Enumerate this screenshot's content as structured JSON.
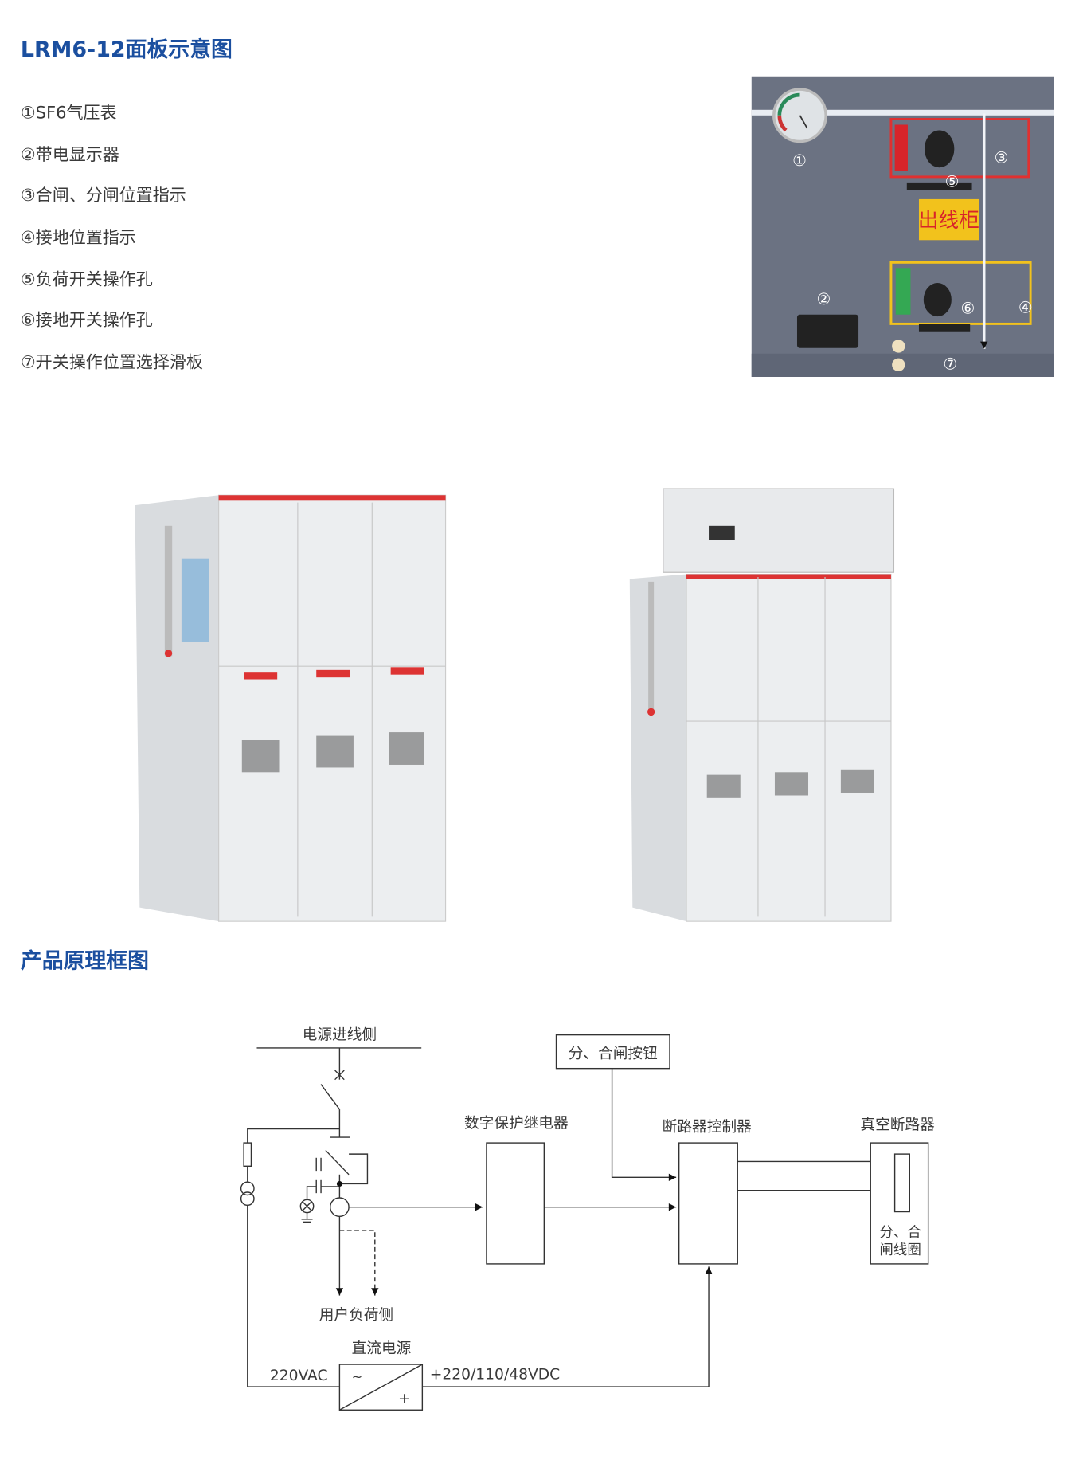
{
  "section1": {
    "title": "LRM6-12面板示意图",
    "items": [
      "①SF6气压表",
      "②带电显示器",
      "③合闸、分闸位置指示",
      "④接地位置指示",
      "⑤负荷开关操作孔",
      "⑥接地开关操作孔",
      "⑦开关操作位置选择滑板"
    ]
  },
  "panel_photo": {
    "markers": [
      "①",
      "②",
      "③",
      "④",
      "⑤",
      "⑥",
      "⑦"
    ],
    "sign": "出线柜"
  },
  "section2": {
    "title": "产品原理框图"
  },
  "diagram": {
    "source_side": "电源进线侧",
    "button_box": "分、合闸按钮",
    "relay": "数字保护继电器",
    "controller": "断路器控制器",
    "vcb": "真空断路器",
    "coil_line1": "分、合",
    "coil_line2": "闸线圈",
    "load_side": "用户负荷侧",
    "dc_supply": "直流电源",
    "ac_in": "220VAC",
    "dc_out": "+220/110/48VDC",
    "ac_symbol": "~",
    "dc_symbol": "+"
  },
  "colors": {
    "heading": "#1b4f9f",
    "panel": "#6b7282"
  }
}
